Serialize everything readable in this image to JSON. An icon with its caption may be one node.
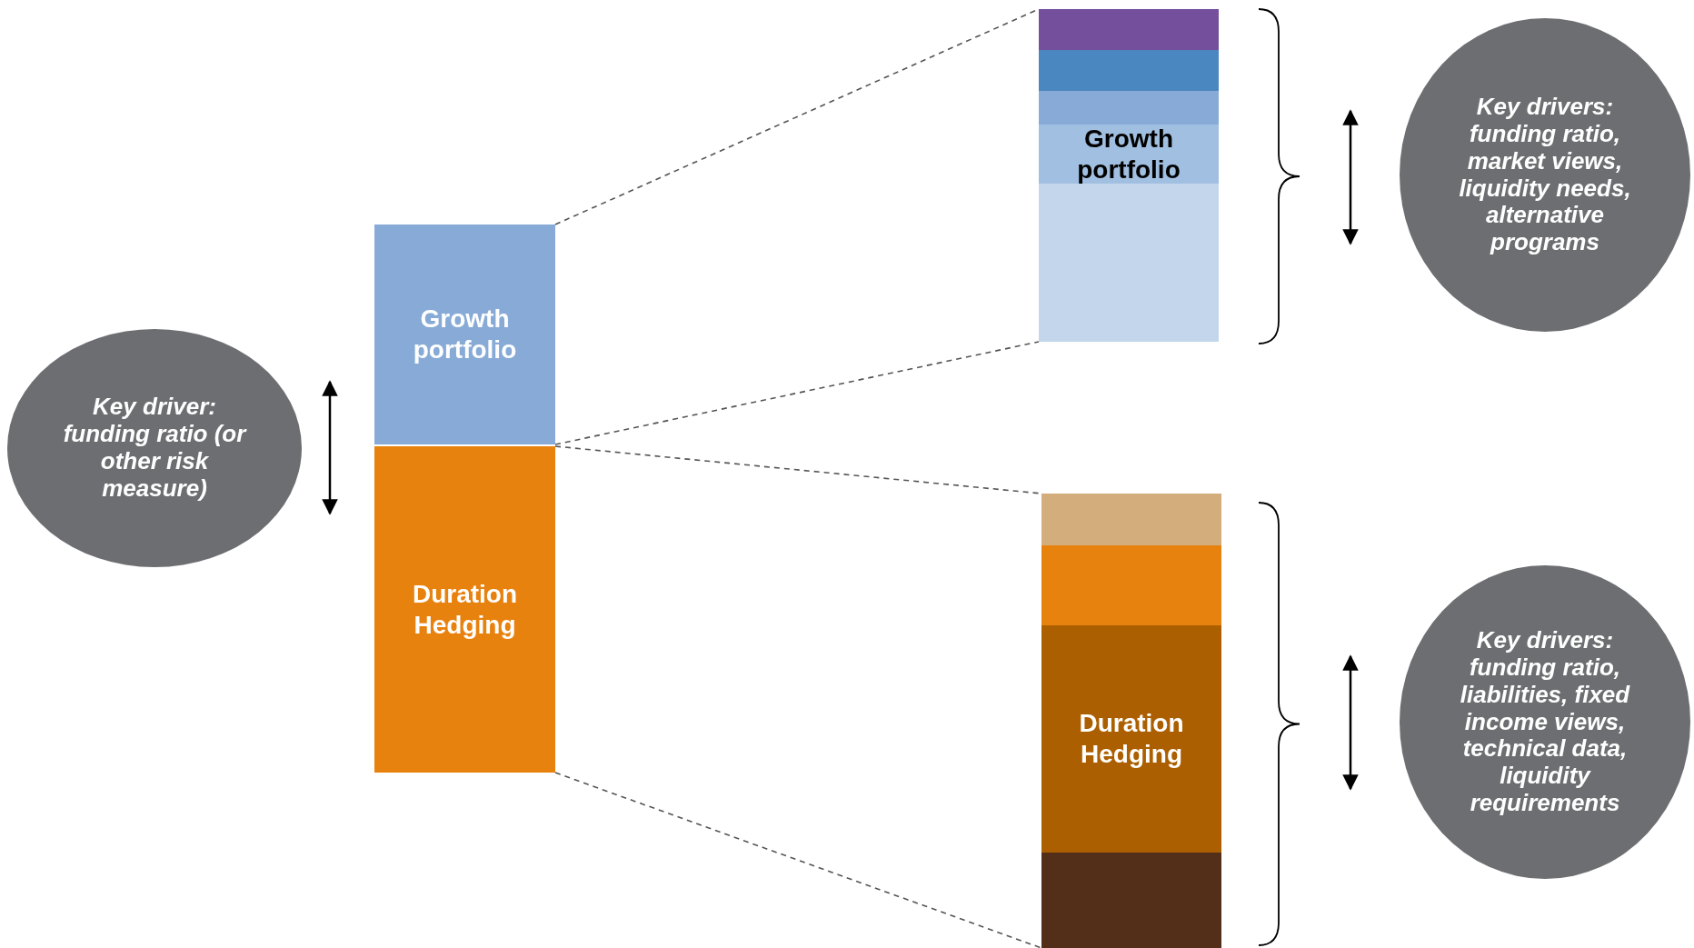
{
  "diagram": {
    "nodes": [
      {
        "text": [
          "Key driver: funding ratio (or other risk measure)"
        ]
      },
      {
        "text": [
          "Growth portfolio"
        ]
      },
      {
        "text": [
          "Duration Hedging"
        ]
      },
      {
        "text": [],
        "shape": "bar"
      },
      {
        "text": [],
        "shape": "bar"
      },
      {
        "text": [],
        "shape": "bar"
      },
      {
        "text": [
          "Growth portfolio"
        ]
      },
      {
        "text": [],
        "shape": "bar"
      },
      {
        "text": [
          "Key drivers: funding ratio, market views, liquidity needs, alternative programs"
        ]
      },
      {
        "text": [],
        "shape": "bar"
      },
      {
        "text": [],
        "shape": "bar"
      },
      {
        "text": [
          "Duration Hedging"
        ]
      },
      {
        "text": [],
        "shape": "bar"
      },
      {
        "text": [
          "Key drivers: funding ratio, liabilities, fixed income views, technical data, liquidity requirements"
        ]
      }
    ],
    "edges": [
      {
        "from": 1,
        "to": 3,
        "arrow": "none",
        "style": "dashed"
      },
      {
        "from": 1,
        "to": 7,
        "arrow": "none",
        "style": "dashed"
      },
      {
        "from": 2,
        "to": 9,
        "arrow": "none",
        "style": "dashed"
      },
      {
        "from": 2,
        "to": 12,
        "arrow": "none",
        "style": "dashed"
      }
    ]
  }
}
